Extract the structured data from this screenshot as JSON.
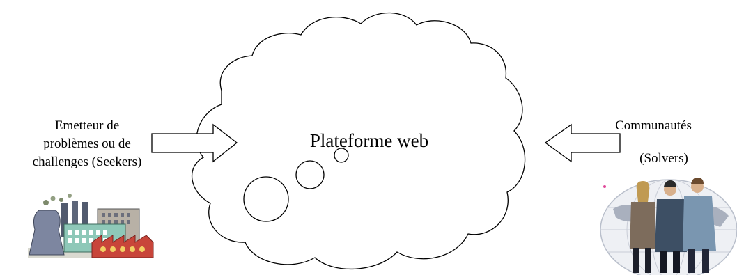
{
  "diagram": {
    "center": {
      "label": "Plateforme web"
    },
    "left": {
      "label_lines": [
        "Emetteur de",
        "problèmes ou de",
        "challenges (Seekers)"
      ],
      "icon": "factory-icon"
    },
    "right": {
      "label_line1": "Communautés",
      "label_line2": "(Solvers)",
      "icon": "people-globe-icon"
    },
    "arrows": [
      {
        "from": "seekers",
        "to": "plateforme"
      },
      {
        "from": "solvers",
        "to": "plateforme"
      }
    ]
  }
}
